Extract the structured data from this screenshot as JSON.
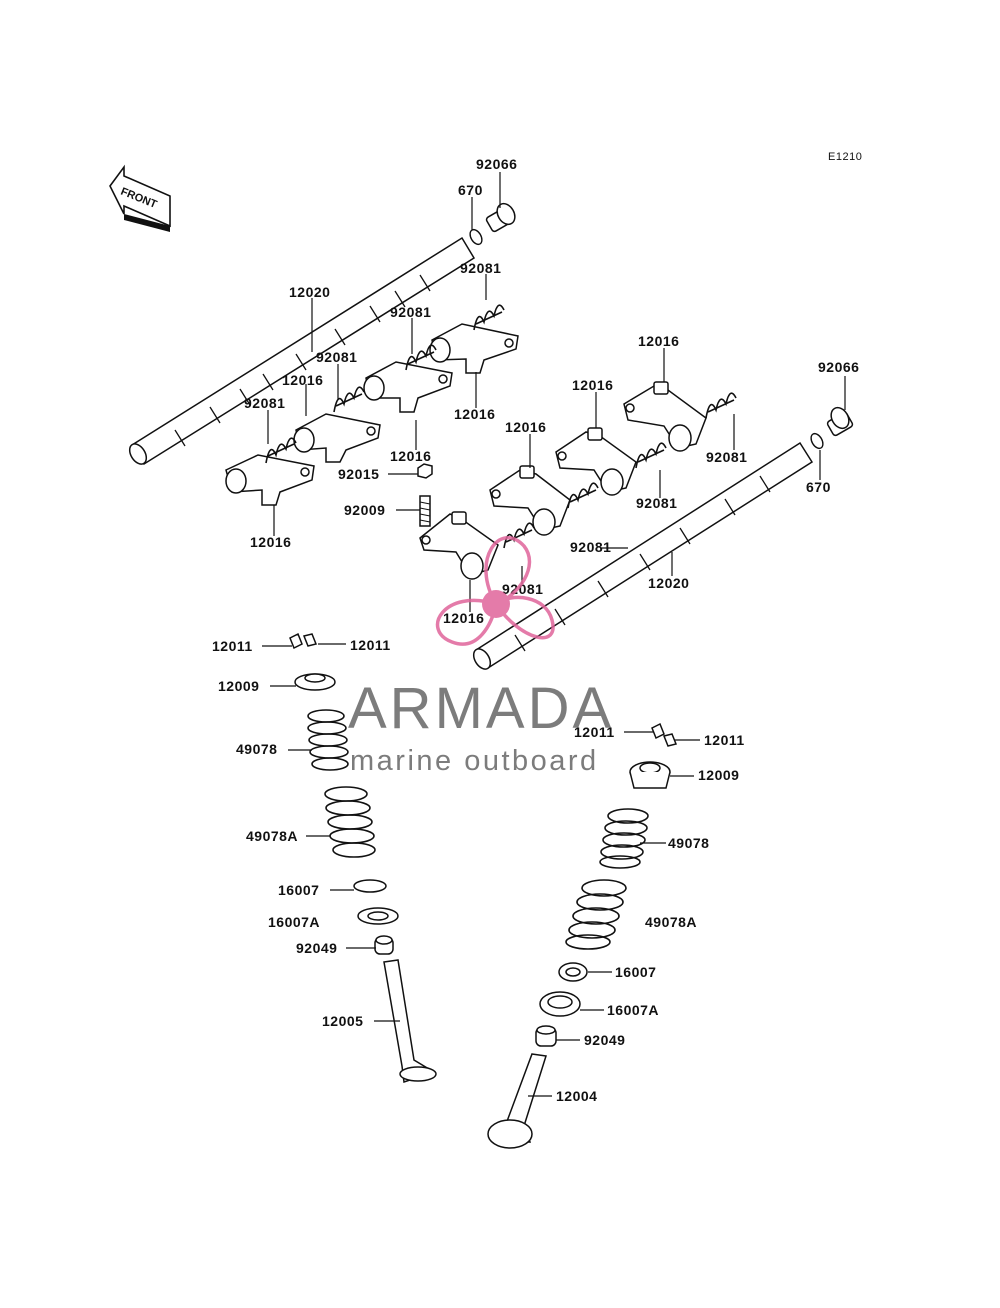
{
  "diagram": {
    "code": "E1210",
    "front_label": "FRONT",
    "labels": {
      "l_92066_top": "92066",
      "l_670_top": "670",
      "l_92081_a": "92081",
      "l_12020_left": "12020",
      "l_92081_b": "92081",
      "l_92081_c": "92081",
      "l_12016_a": "12016",
      "l_92081_d": "92081",
      "l_12016_b": "12016",
      "l_12016_c": "12016",
      "l_92015": "92015",
      "l_12016_d": "12016",
      "l_92009": "92009",
      "l_12016_e": "12016",
      "l_12016_f": "12016",
      "l_12016_g": "12016",
      "l_92066_right": "92066",
      "l_92081_e": "92081",
      "l_670_right": "670",
      "l_92081_f": "92081",
      "l_92081_g": "92081",
      "l_12020_right": "12020",
      "l_92081_h": "92081",
      "l_12016_h": "12016",
      "l_12011_a": "12011",
      "l_12011_b": "12011",
      "l_12009_left": "12009",
      "l_49078_left": "49078",
      "l_49078A_left": "49078A",
      "l_16007_left": "16007",
      "l_16007A_left": "16007A",
      "l_92049_left": "92049",
      "l_12005": "12005",
      "l_12011_c": "12011",
      "l_12011_d": "12011",
      "l_12009_right": "12009",
      "l_49078_right": "49078",
      "l_49078A_right": "49078A",
      "l_16007_right": "16007",
      "l_16007A_right": "16007A",
      "l_92049_right": "92049",
      "l_12004": "12004"
    }
  },
  "watermark": {
    "brand": "ARMADA",
    "tagline": "marine outboard",
    "logo_color": "#e0659b",
    "text_color": "#666666",
    "icon": "propeller-icon"
  }
}
